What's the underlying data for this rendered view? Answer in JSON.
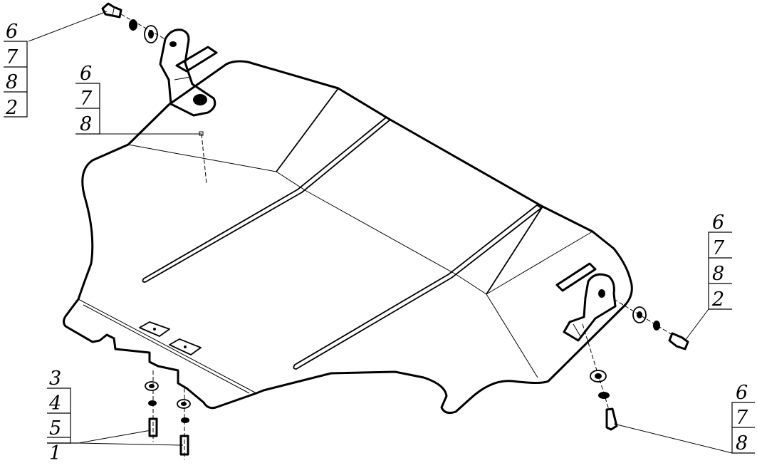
{
  "callouts": {
    "top_left_outer": [
      "6",
      "7",
      "8",
      "2"
    ],
    "top_left_inner": [
      "6",
      "7",
      "8"
    ],
    "right_upper": [
      "6",
      "7",
      "8",
      "2"
    ],
    "right_lower": [
      "6",
      "7",
      "8"
    ],
    "bottom_left": [
      "3",
      "4",
      "5",
      "1"
    ]
  }
}
